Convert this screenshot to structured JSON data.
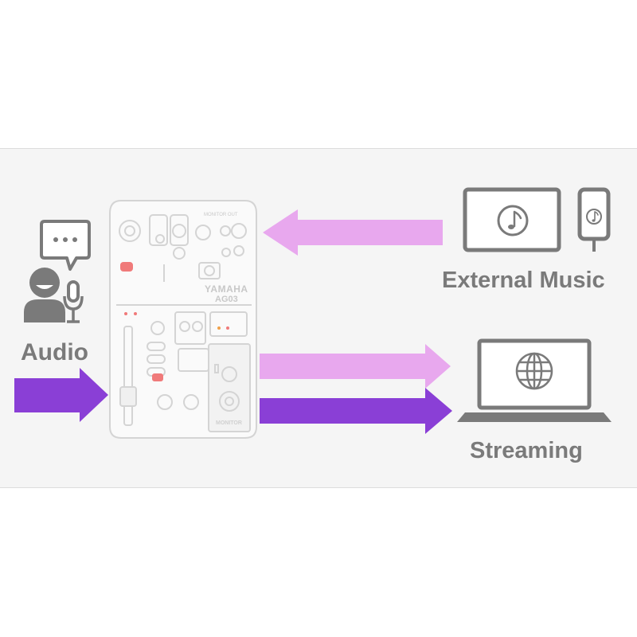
{
  "diagram": {
    "labels": {
      "audio": "Audio",
      "external_music": "External Music",
      "streaming": "Streaming"
    },
    "mixer": {
      "brand": "YAMAHA",
      "model": "AG03",
      "monitor_out": "MONITOR OUT",
      "monitor": "MONITOR"
    },
    "colors": {
      "arrow_light": "#e8a8ee",
      "arrow_dark": "#8a3fd6",
      "icon_gray": "#7a7a7a",
      "mixer_line": "#d4d4d4",
      "mute_red": "#f07a7a"
    },
    "icons": [
      "person-speaking-icon",
      "speech-bubble-icon",
      "microphone-icon",
      "tablet-music-icon",
      "phone-music-icon",
      "laptop-globe-icon"
    ]
  }
}
